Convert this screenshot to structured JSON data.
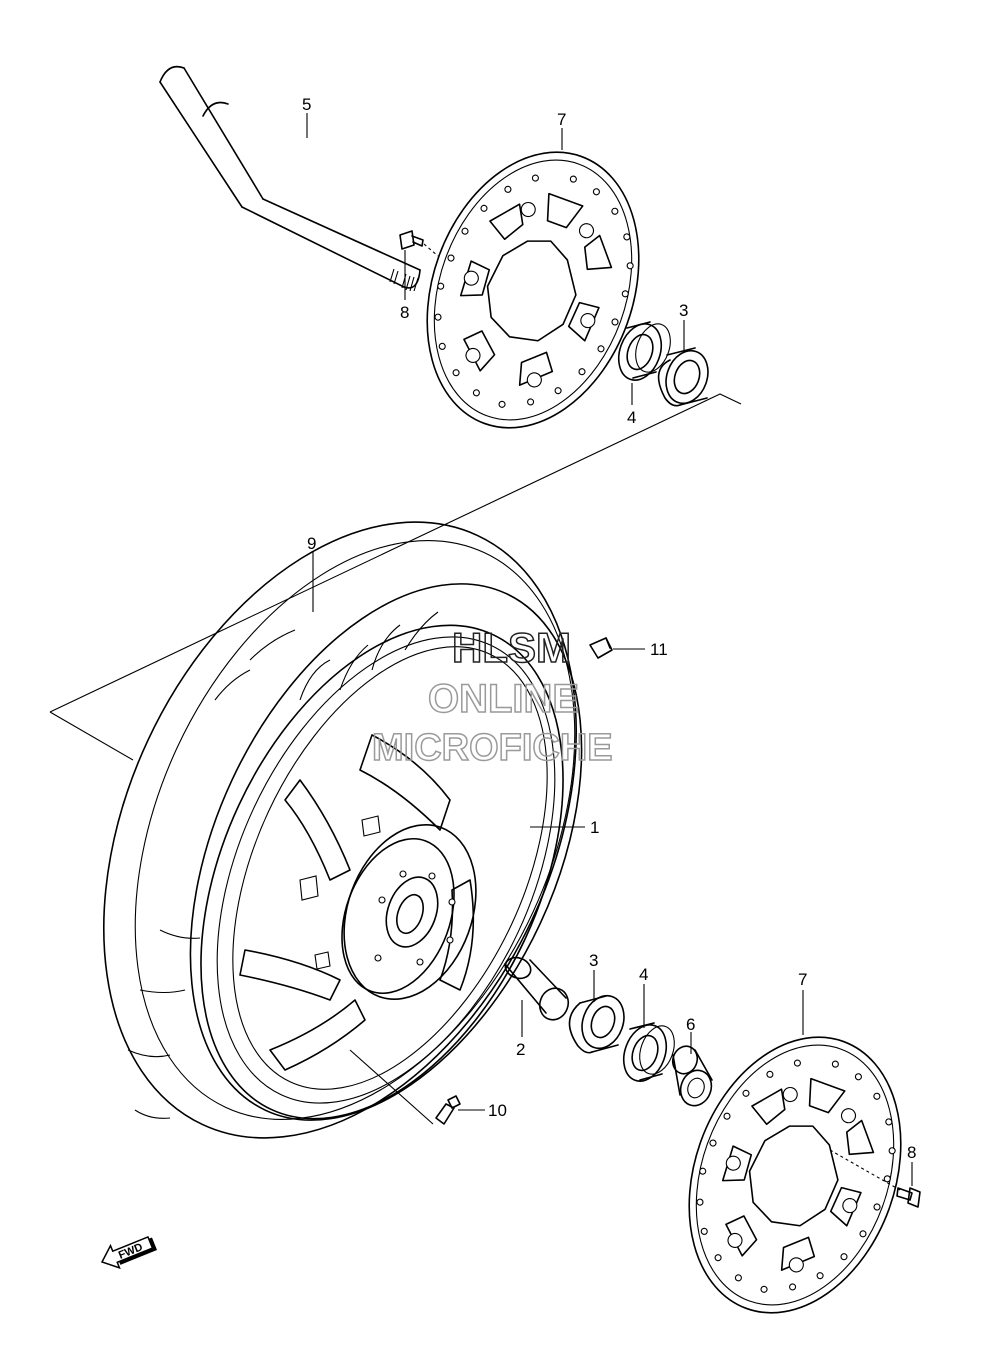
{
  "callouts": [
    {
      "id": "1",
      "label": "1"
    },
    {
      "id": "2",
      "label": "2"
    },
    {
      "id": "3a",
      "label": "3"
    },
    {
      "id": "3b",
      "label": "3"
    },
    {
      "id": "4a",
      "label": "4"
    },
    {
      "id": "4b",
      "label": "4"
    },
    {
      "id": "5",
      "label": "5"
    },
    {
      "id": "6",
      "label": "6"
    },
    {
      "id": "7a",
      "label": "7"
    },
    {
      "id": "7b",
      "label": "7"
    },
    {
      "id": "8a",
      "label": "8"
    },
    {
      "id": "8b",
      "label": "8"
    },
    {
      "id": "9",
      "label": "9"
    },
    {
      "id": "10",
      "label": "10"
    },
    {
      "id": "11",
      "label": "11"
    }
  ],
  "watermark": {
    "line1": "HLSM",
    "line2": "ONLINE",
    "line3": "MICROFICHE",
    "color": "#9a9a9a"
  },
  "fwd_label": "FWD"
}
